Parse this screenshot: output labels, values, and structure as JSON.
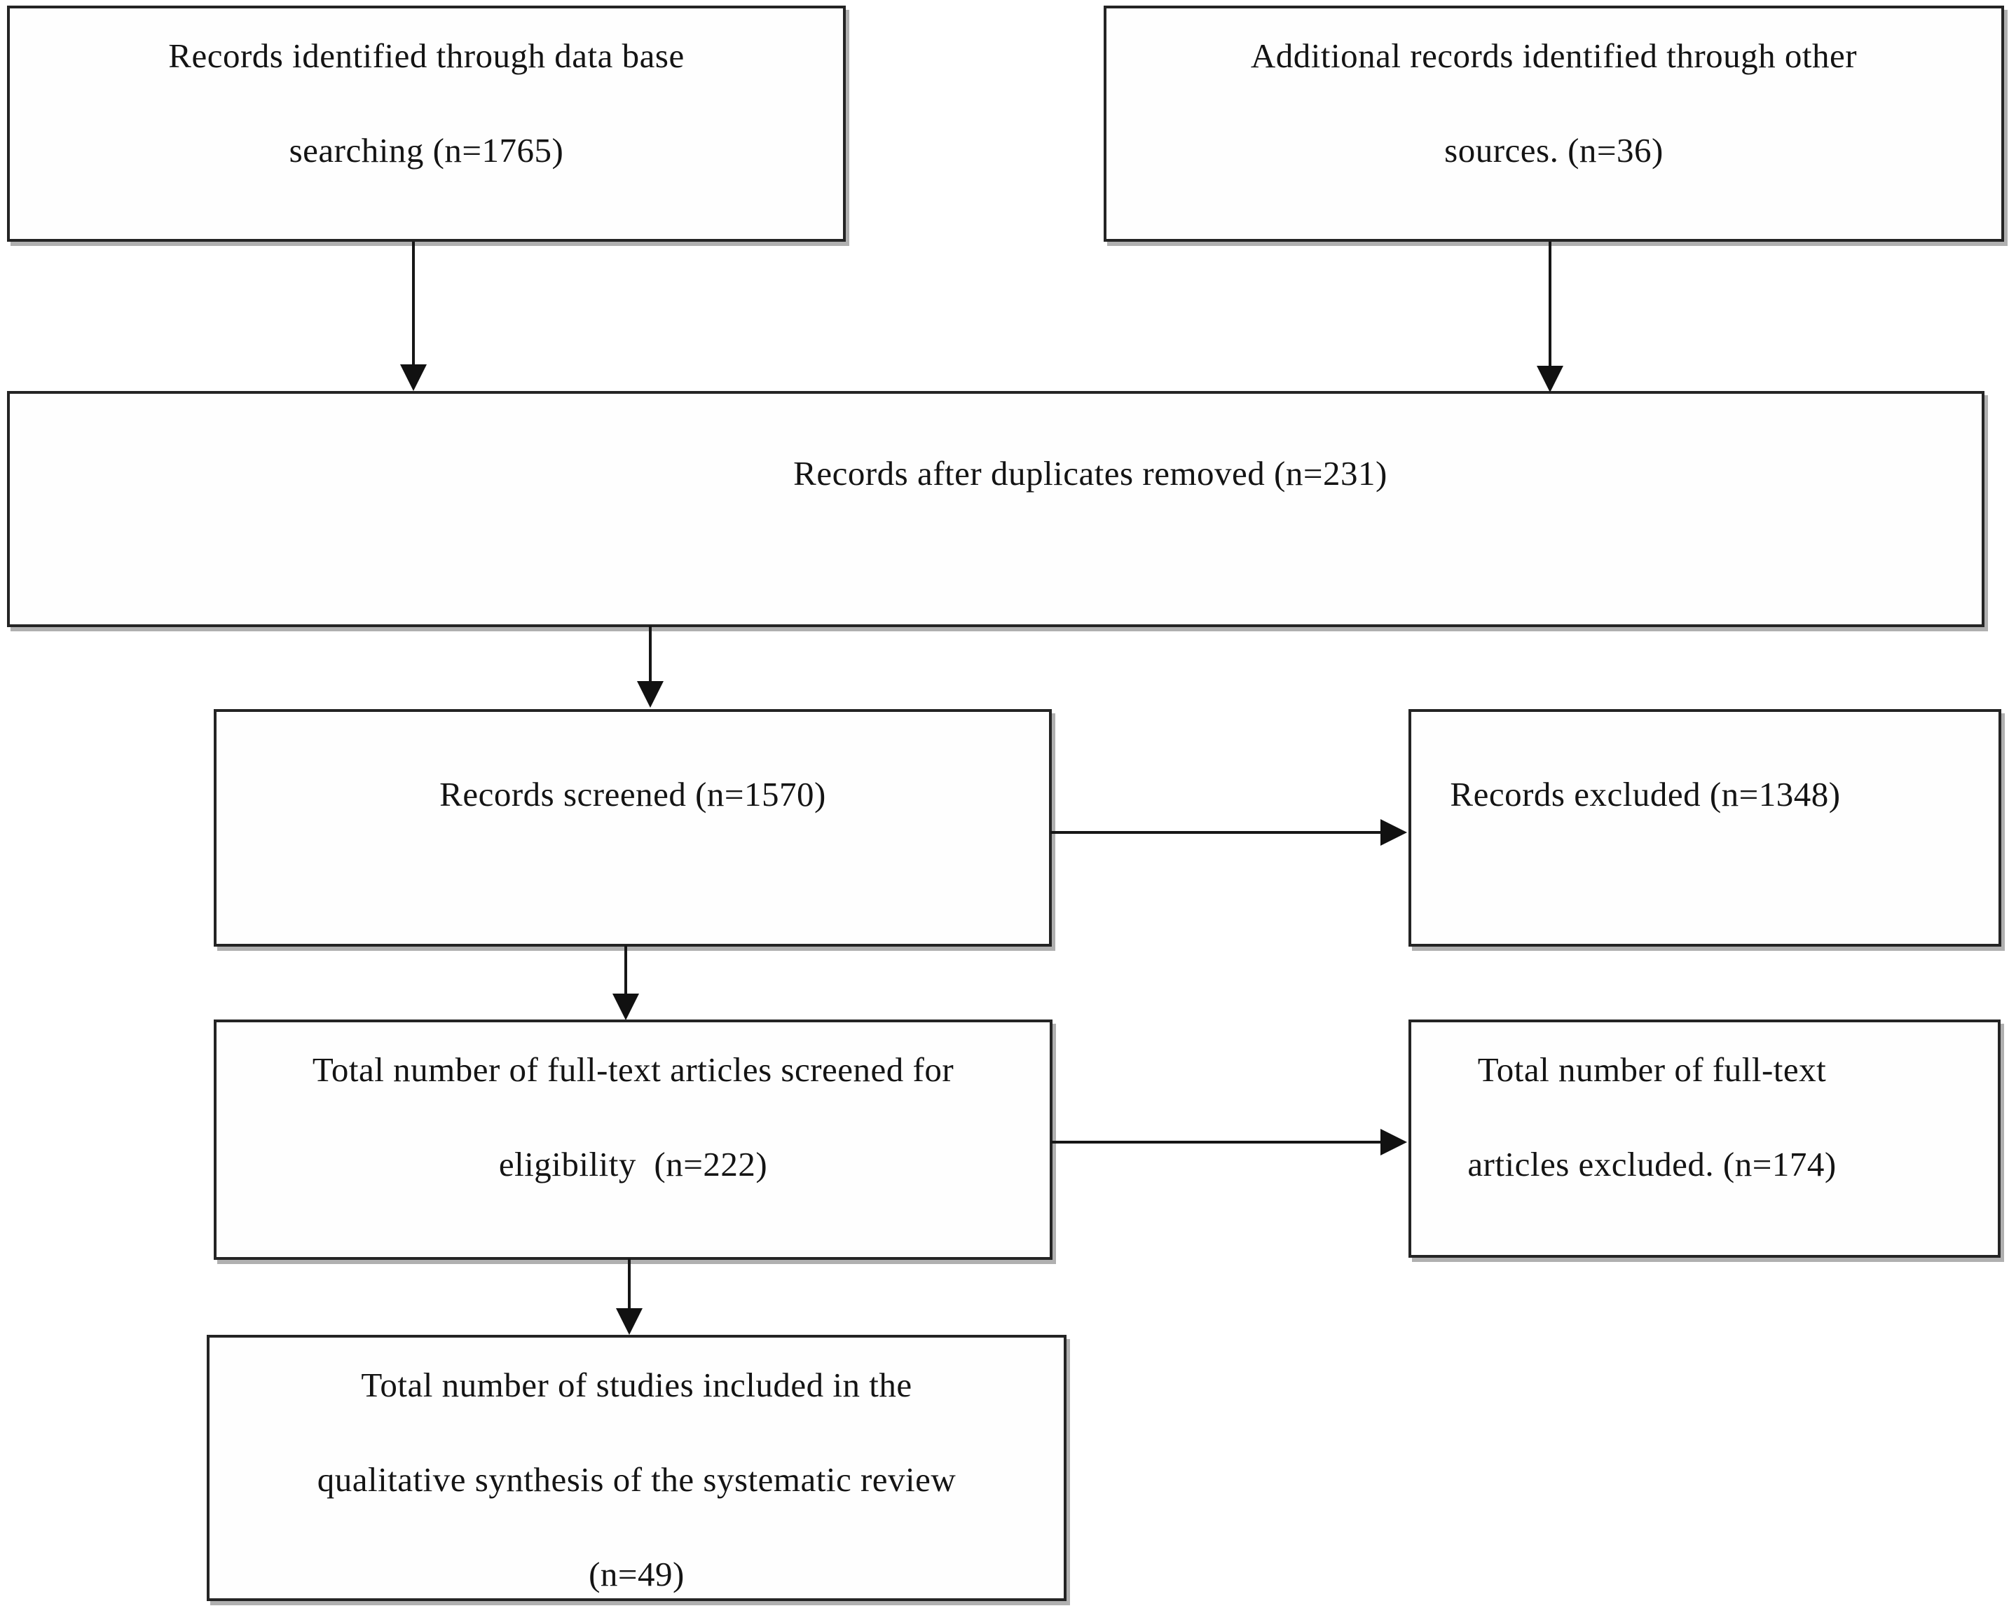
{
  "colors": {
    "background": "#ffffff",
    "box_border": "#242424",
    "box_shadow": "#8a8a8a",
    "text": "#141414",
    "arrow": "#111111"
  },
  "boxes": {
    "identified": {
      "lines": [
        "Records identified through data base",
        "searching (n=1765)"
      ]
    },
    "additional": {
      "lines": [
        "Additional records identified through other",
        "sources. (n=36)"
      ]
    },
    "duplicates": {
      "lines": [
        "Records after duplicates removed (n=231)"
      ]
    },
    "screened": {
      "lines": [
        "Records screened (n=1570)"
      ]
    },
    "excluded": {
      "lines": [
        "Records excluded (n=1348)"
      ]
    },
    "fulltext": {
      "lines": [
        "Total number of full-text articles screened for",
        "eligibility  (n=222)"
      ]
    },
    "ft_excluded": {
      "lines": [
        "Total number of full-text",
        "articles excluded. (n=174)"
      ]
    },
    "included": {
      "lines": [
        "Total number of studies included in the",
        "qualitative synthesis of the systematic review",
        "(n=49)"
      ]
    }
  },
  "counts": {
    "identified": 1765,
    "additional_sources": 36,
    "after_duplicates_removed": 231,
    "screened": 1570,
    "records_excluded": 1348,
    "fulltext_screened": 222,
    "fulltext_excluded": 174,
    "included_in_synthesis": 49
  },
  "connections": [
    {
      "from": "identified",
      "to": "duplicates",
      "direction": "down"
    },
    {
      "from": "additional",
      "to": "duplicates",
      "direction": "down"
    },
    {
      "from": "duplicates",
      "to": "screened",
      "direction": "down"
    },
    {
      "from": "screened",
      "to": "excluded",
      "direction": "right"
    },
    {
      "from": "screened",
      "to": "fulltext",
      "direction": "down"
    },
    {
      "from": "fulltext",
      "to": "ft_excluded",
      "direction": "right"
    },
    {
      "from": "fulltext",
      "to": "included",
      "direction": "down"
    }
  ]
}
